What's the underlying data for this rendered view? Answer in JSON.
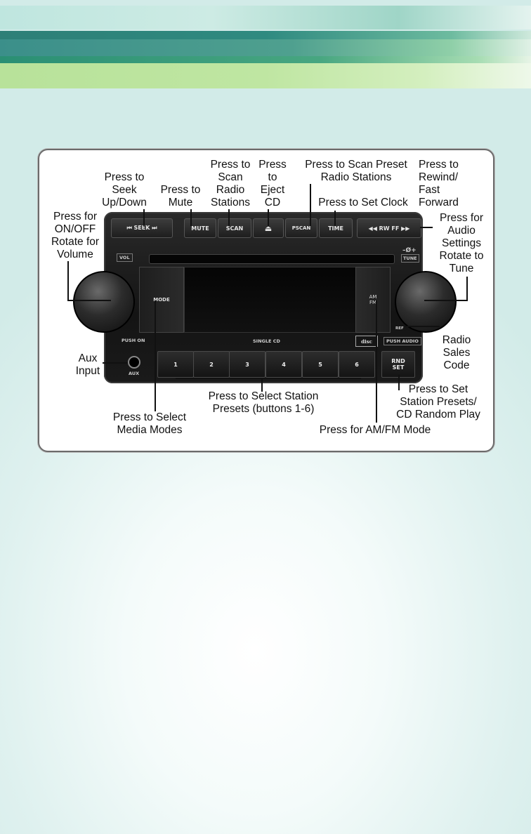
{
  "labels": {
    "seek": "Press to\nSeek\nUp/Down",
    "mute": "Press to\nMute",
    "scan": "Press to\nScan\nRadio\nStations",
    "eject": "Press\nto\nEject\nCD",
    "pscan": "Press to Scan Preset\nRadio Stations",
    "clock": "Press to Set Clock",
    "rewind": "Press to\nRewind/\nFast\nForward",
    "power": "Press for\nON/OFF\nRotate for\nVolume",
    "audio": "Press for\nAudio\nSettings\nRotate to\nTune",
    "aux": "Aux\nInput",
    "sales": "Radio\nSales\nCode",
    "presets": "Press to Select Station\nPresets (buttons 1-6)",
    "media": "Press to Select\nMedia Modes",
    "amfm": "Press for AM/FM Mode",
    "rndset": "Press to Set\nStation Presets/\nCD Random Play"
  },
  "radio": {
    "seek": "⏮ SEEK ⏭",
    "mute": "MUTE",
    "scan": "SCAN",
    "eject": "⏏",
    "pscan": "PSCAN",
    "time": "TIME",
    "rwff": "◀◀ RW FF ▶▶",
    "vol": "VOL",
    "tune_icon": "–Ø+",
    "tune": "TUNE",
    "mode": "MODE",
    "am": "AM",
    "fm": "FM",
    "push_on": "PUSH ON",
    "single_cd": "SINGLE CD",
    "cd_logo": "disc",
    "push_audio": "PUSH AUDIO",
    "ref": "REF",
    "aux": "AUX",
    "presets": [
      "1",
      "2",
      "3",
      "4",
      "5",
      "6"
    ],
    "rnd": "RND",
    "set": "SET"
  },
  "colors": {
    "band_dark": "#2d7f77",
    "band_light": "#b8e29a",
    "background": "#dff1ef"
  }
}
